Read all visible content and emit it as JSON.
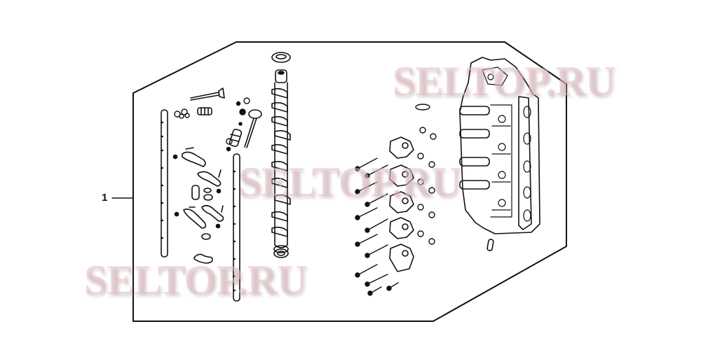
{
  "diagram": {
    "type": "exploded-parts-diagram",
    "subject": "cylinder head assembly kit",
    "callouts": [
      {
        "id": "callout-1",
        "label": "1",
        "target": "parts-kit-frame"
      }
    ],
    "parts_shown": [
      "cylinder-head",
      "camshaft",
      "camshaft-oil-seal",
      "rocker-arm-shafts",
      "rocker-arms",
      "intake-valve",
      "exhaust-valve",
      "valve-springs",
      "valve-retainers",
      "camshaft-holders",
      "holder-bolts",
      "dowel-pins"
    ]
  },
  "watermarks": [
    {
      "text": "SELTOP.RU",
      "position": "top-right"
    },
    {
      "text": "SELTOP.RU",
      "position": "center"
    },
    {
      "text": "SELTOP.RU",
      "position": "bottom-left"
    }
  ],
  "colors": {
    "line": "#111111",
    "watermark": "#e1c3c8",
    "background": "#ffffff"
  }
}
